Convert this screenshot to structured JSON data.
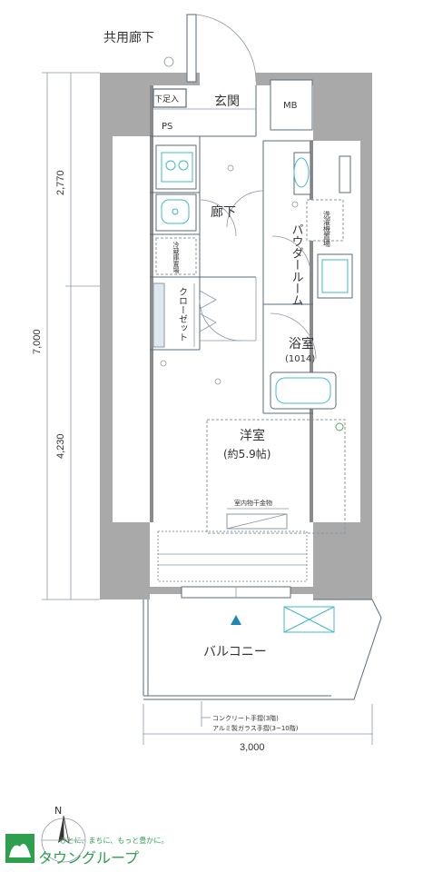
{
  "labels": {
    "corridor": "共用廊下",
    "shoe_box": "下足入",
    "entrance": "玄関",
    "mb": "MB",
    "ps": "PS",
    "hallway": "廊下",
    "powder_room": "パウダールーム",
    "washer": "洗濯機置場",
    "fridge": "冷蔵庫置場",
    "closet": "クローゼット",
    "bath": "浴室",
    "bath_size": "(1014)",
    "western_room": "洋室",
    "room_size": "(約5.9帖)",
    "indoor_dryer": "室内物干金物",
    "balcony": "バルコニー",
    "railing_note_1": "コンクリート手摺(3階)",
    "railing_note_2": "アルミ製ガラス手摺(3~10階)"
  },
  "dimensions": {
    "upper_height": "2,770",
    "lower_height": "4,230",
    "total_height": "7,000",
    "width": "3,000"
  },
  "compass": {
    "north": "N"
  },
  "logo": {
    "tagline": "ひとに、まちに、もっと豊かに。",
    "name": "タウングループ",
    "color": "#2e9e4f"
  },
  "colors": {
    "wall": "#a9a9a9",
    "ink": "#333333",
    "fixture": "#3fb9c9"
  }
}
